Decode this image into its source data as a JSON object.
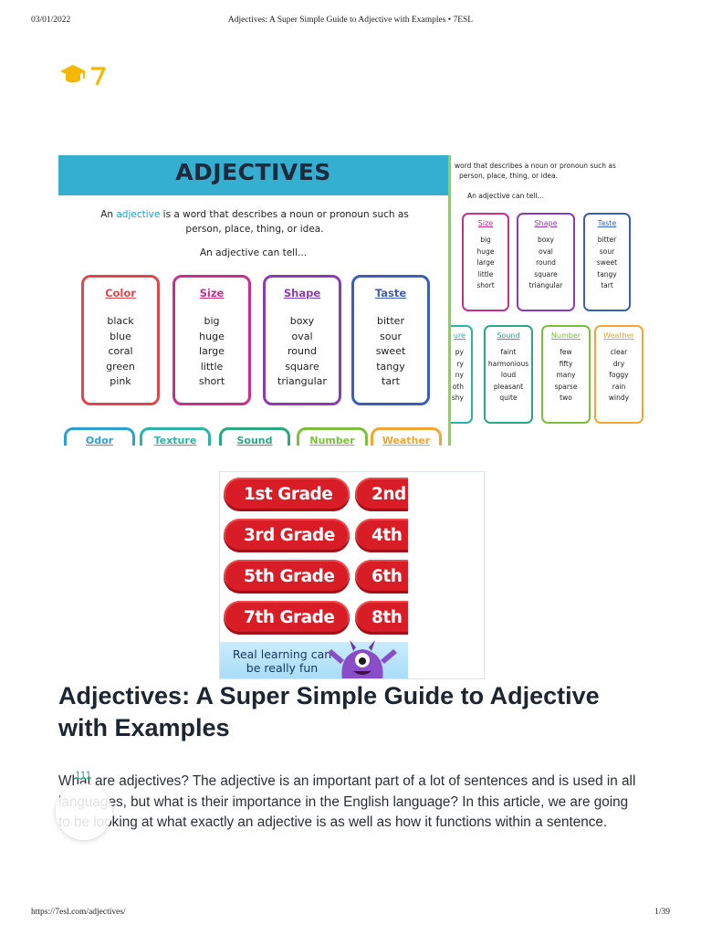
{
  "print": {
    "date": "03/01/2022",
    "title": "Adjectives: A Super Simple Guide to Adjective with Examples • 7ESL",
    "url": "https://7esl.com/adjectives/",
    "page": "1/39"
  },
  "logo": {
    "icon": "graduation-cap-icon",
    "mark": "7",
    "color": "#f5b800"
  },
  "infographic": {
    "heading": "ADJECTIVES",
    "definition_before": "An ",
    "definition_highlight": "adjective",
    "definition_after": " is a word that describes a noun or pronoun such as person, place, thing, or idea.",
    "tell": "An adjective can tell...",
    "cards": [
      {
        "title": "Color",
        "color": "#e0474c",
        "words": [
          "black",
          "blue",
          "coral",
          "green",
          "pink"
        ]
      },
      {
        "title": "Size",
        "color": "#c72e8f",
        "words": [
          "big",
          "huge",
          "large",
          "little",
          "short"
        ]
      },
      {
        "title": "Shape",
        "color": "#8d3bb5",
        "words": [
          "boxy",
          "oval",
          "round",
          "square",
          "triangular"
        ]
      },
      {
        "title": "Taste",
        "color": "#3a5fb8",
        "words": [
          "bitter",
          "sour",
          "sweet",
          "tangy",
          "tart"
        ]
      }
    ],
    "bottom_cards": [
      {
        "title": "Odor",
        "color": "#2a9fd8"
      },
      {
        "title": "Texture",
        "color": "#2ab3a6"
      },
      {
        "title": "Sound",
        "color": "#2aa882"
      },
      {
        "title": "Number",
        "color": "#7bbf3a"
      },
      {
        "title": "Weather",
        "color": "#f2a531"
      }
    ],
    "right_panel": {
      "definition_line1": "word that describes a noun or pronoun such as",
      "definition_line2": "person, place, thing, or idea.",
      "tell": "An adjective can tell...",
      "top_cards": [
        {
          "title": "Size",
          "color": "#c72e8f",
          "words": [
            "big",
            "huge",
            "large",
            "little",
            "short"
          ]
        },
        {
          "title": "Shape",
          "color": "#8d3bb5",
          "words": [
            "boxy",
            "oval",
            "round",
            "square",
            "triangular"
          ]
        },
        {
          "title": "Taste",
          "color": "#3a5fb8",
          "words": [
            "bitter",
            "sour",
            "sweet",
            "tangy",
            "tart"
          ]
        }
      ],
      "bottom_cards": [
        {
          "title": "ure",
          "color": "#2ab3a6",
          "words": [
            "py",
            "ry",
            "ny",
            "oth",
            "shy"
          ]
        },
        {
          "title": "Sound",
          "color": "#2aa882",
          "words": [
            "faint",
            "harmonious",
            "loud",
            "pleasant",
            "quite"
          ]
        },
        {
          "title": "Number",
          "color": "#7bbf3a",
          "words": [
            "few",
            "fifty",
            "many",
            "sparse",
            "two"
          ]
        },
        {
          "title": "Weather",
          "color": "#f2a531",
          "words": [
            "clear",
            "dry",
            "foggy",
            "rain",
            "windy"
          ]
        }
      ]
    }
  },
  "ad": {
    "grades": [
      {
        "left": "1st Grade",
        "right": "2nd"
      },
      {
        "left": "3rd Grade",
        "right": "4th"
      },
      {
        "left": "5th Grade",
        "right": "6th"
      },
      {
        "left": "7th Grade",
        "right": "8th"
      }
    ],
    "tagline_line1": "Real learning can",
    "tagline_line2": "be really fun"
  },
  "article": {
    "title": "Adjectives: A Super Simple Guide to Adjective with Examples",
    "share_count": "111",
    "intro": "What are adjectives? The adjective is an important part of a lot of sentences and is used in all languages, but what is their importance in the English language? In this article, we are going to be looking at what exactly an adjective is as well as how it functions within a sentence."
  }
}
